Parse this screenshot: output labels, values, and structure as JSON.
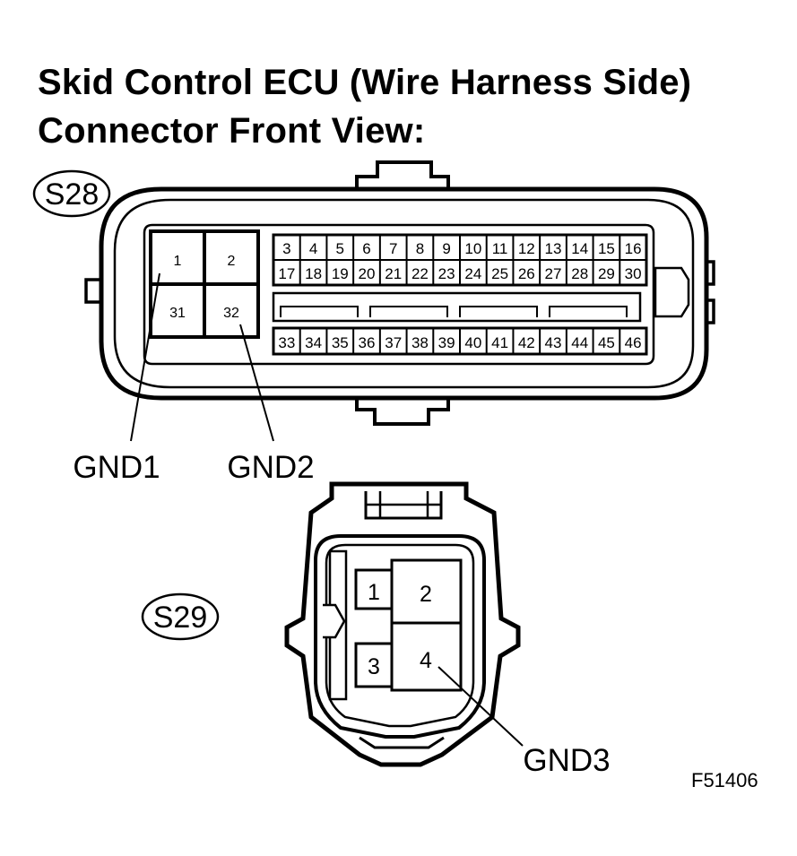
{
  "title": {
    "line1": "Skid Control ECU (Wire Harness Side)",
    "line2": "Connector Front View:"
  },
  "connector_s28": {
    "id": "S28",
    "large_pins": [
      "1",
      "2",
      "31",
      "32"
    ],
    "pins_row1": [
      "3",
      "4",
      "5",
      "6",
      "7",
      "8",
      "9",
      "10",
      "11",
      "12",
      "13",
      "14",
      "15",
      "16"
    ],
    "pins_row2": [
      "17",
      "18",
      "19",
      "20",
      "21",
      "22",
      "23",
      "24",
      "25",
      "26",
      "27",
      "28",
      "29",
      "30"
    ],
    "pins_row3": [
      "33",
      "34",
      "35",
      "36",
      "37",
      "38",
      "39",
      "40",
      "41",
      "42",
      "43",
      "44",
      "45",
      "46"
    ],
    "labels": {
      "gnd1": "GND1",
      "gnd2": "GND2"
    }
  },
  "connector_s29": {
    "id": "S29",
    "pins": [
      "1",
      "2",
      "3",
      "4"
    ],
    "labels": {
      "gnd3": "GND3"
    }
  },
  "figure_code": "F51406"
}
